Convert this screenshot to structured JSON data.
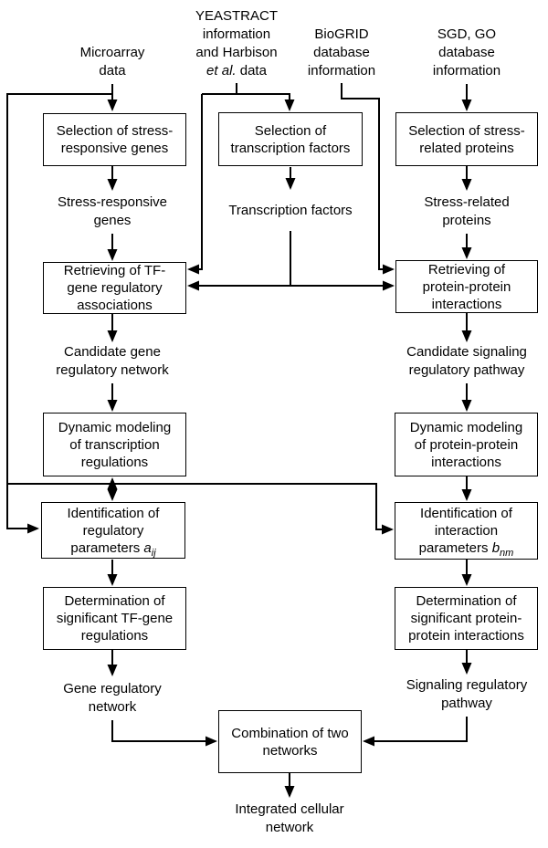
{
  "colors": {
    "background": "#ffffff",
    "line": "#000000",
    "text": "#000000"
  },
  "sources": {
    "microarray": {
      "line1": "Microarray",
      "line2": "data"
    },
    "yeastract": {
      "line1": "YEASTRACT",
      "line2": "information",
      "line3": "and Harbison",
      "line4_italic": "et al.",
      "line4_rest": " data"
    },
    "biogrid": {
      "line1": "BioGRID",
      "line2": "database",
      "line3": "information"
    },
    "sgd": {
      "line1": "SGD, GO",
      "line2": "database",
      "line3": "information"
    }
  },
  "boxes": {
    "selection_genes": {
      "line1": "Selection of stress-",
      "line2": "responsive genes"
    },
    "selection_tf": {
      "line1": "Selection of",
      "line2": "transcription factors"
    },
    "selection_proteins": {
      "line1": "Selection of stress-",
      "line2": "related proteins"
    },
    "retrieving_tf": {
      "line1": "Retrieving of TF-",
      "line2": "gene regulatory",
      "line3": "associations"
    },
    "retrieving_pp": {
      "line1": "Retrieving of",
      "line2": "protein-protein",
      "line3": "interactions"
    },
    "dynamic_tf": {
      "line1": "Dynamic modeling",
      "line2": "of transcription",
      "line3": "regulations"
    },
    "dynamic_pp": {
      "line1": "Dynamic modeling",
      "line2": "of protein-protein",
      "line3": "interactions"
    },
    "identification_a": {
      "line1": "Identification of",
      "line2": "regulatory",
      "line3_text": "parameters ",
      "line3_var": "a",
      "line3_sub": "ij"
    },
    "identification_b": {
      "line1": "Identification of",
      "line2": "interaction",
      "line3_text": "parameters ",
      "line3_var": "b",
      "line3_sub": "nm"
    },
    "determination_tf": {
      "line1": "Determination of",
      "line2": "significant TF-gene",
      "line3": "regulations"
    },
    "determination_pp": {
      "line1": "Determination of",
      "line2": "significant protein-",
      "line3": "protein interactions"
    },
    "combination": {
      "line1": "Combination of two",
      "line2": "networks"
    }
  },
  "labels": {
    "stress_responsive": {
      "line1": "Stress-responsive",
      "line2": "genes"
    },
    "transcription_factors": {
      "line1": "Transcription factors"
    },
    "stress_related": {
      "line1": "Stress-related",
      "line2": "proteins"
    },
    "candidate_gene": {
      "line1": "Candidate gene",
      "line2": "regulatory network"
    },
    "candidate_signaling": {
      "line1": "Candidate signaling",
      "line2": "regulatory pathway"
    },
    "gene_network": {
      "line1": "Gene regulatory",
      "line2": "network"
    },
    "signaling_pathway": {
      "line1": "Signaling regulatory",
      "line2": "pathway"
    },
    "integrated": {
      "line1": "Integrated cellular",
      "line2": "network"
    }
  }
}
